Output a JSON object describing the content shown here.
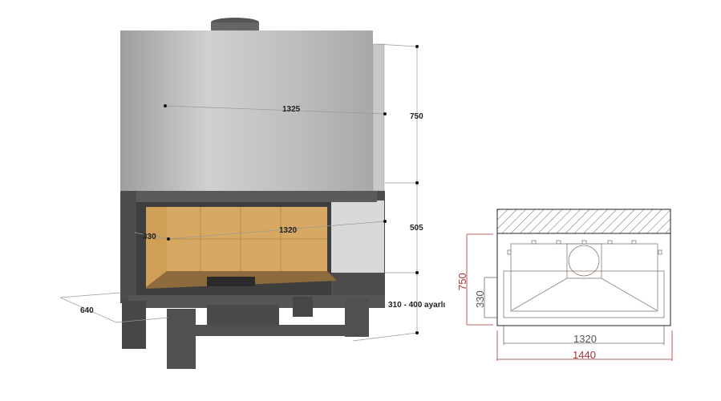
{
  "perspective_view": {
    "width_label": "1325",
    "hood_height_label": "750",
    "firebox_height_label": "505",
    "firebox_depth_label": "330",
    "firebox_width_label": "1320",
    "depth_label": "640",
    "leg_height_label": "310 - 400 ayarlı"
  },
  "front_view": {
    "height_label": "750",
    "opening_height_label": "330",
    "inner_width_label": "1320",
    "outer_width_label": "1440"
  },
  "colors": {
    "steel": "#b9b9b9",
    "frame": "#4d4d4d",
    "brick": "#d6a862",
    "dimension_red": "#a33333"
  }
}
